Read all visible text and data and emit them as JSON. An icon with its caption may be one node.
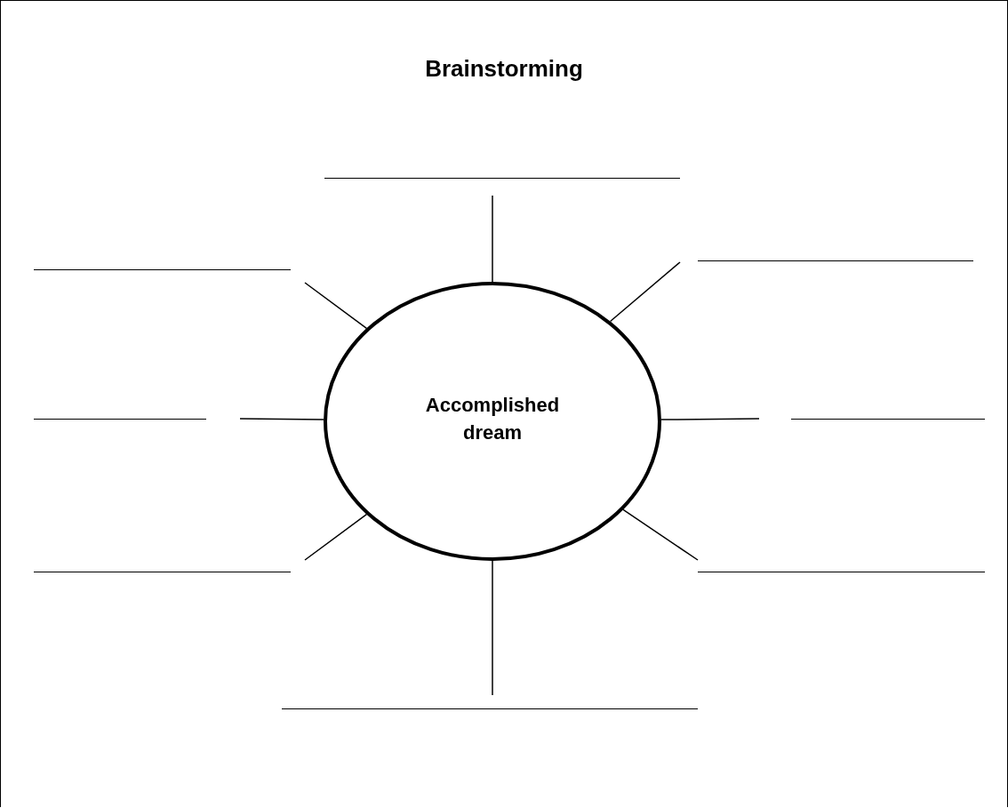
{
  "diagram": {
    "title": "Brainstorming",
    "nodes": [
      {
        "text": [
          "Accomplished dream"
        ]
      },
      {
        "text": [],
        "shape": "line"
      },
      {
        "text": [],
        "shape": "line"
      },
      {
        "text": [],
        "shape": "line"
      },
      {
        "text": [],
        "shape": "line"
      },
      {
        "text": [],
        "shape": "line"
      },
      {
        "text": [],
        "shape": "line"
      },
      {
        "text": [],
        "shape": "line"
      },
      {
        "text": [],
        "shape": "line"
      }
    ],
    "edges": [
      {
        "from": 0,
        "to": 1,
        "arrow": "none"
      },
      {
        "from": 0,
        "to": 2,
        "arrow": "none"
      },
      {
        "from": 0,
        "to": 3,
        "arrow": "none"
      },
      {
        "from": 0,
        "to": 4,
        "arrow": "none"
      },
      {
        "from": 0,
        "to": 5,
        "arrow": "none"
      },
      {
        "from": 0,
        "to": 6,
        "arrow": "none"
      },
      {
        "from": 0,
        "to": 7,
        "arrow": "none"
      },
      {
        "from": 0,
        "to": 8,
        "arrow": "none"
      }
    ]
  }
}
